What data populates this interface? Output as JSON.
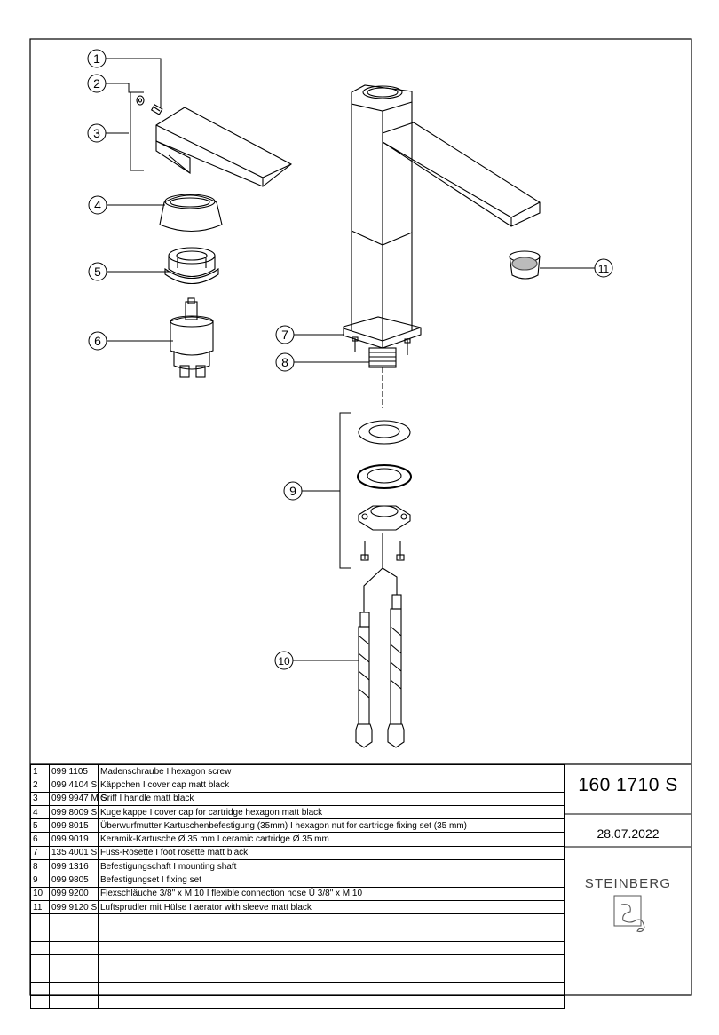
{
  "callouts": [
    "1",
    "2",
    "3",
    "4",
    "5",
    "6",
    "7",
    "8",
    "9",
    "10",
    "11"
  ],
  "parts": [
    {
      "pos": "1",
      "number": "099 1105",
      "desc": "Madenschraube I hexagon screw"
    },
    {
      "pos": "2",
      "number": "099 4104 S",
      "desc": "Käppchen I cover cap matt black"
    },
    {
      "pos": "3",
      "number": "099 9947 M S",
      "desc": "Griff I handle matt black"
    },
    {
      "pos": "4",
      "number": "099 8009 S",
      "desc": "Kugelkappe I cover cap for  cartridge hexagon matt black"
    },
    {
      "pos": "5",
      "number": "099 8015",
      "desc": "Überwurfmutter Kartuschenbefestigung (35mm) I hexagon nut for cartridge fixing set (35 mm)"
    },
    {
      "pos": "6",
      "number": "099 9019",
      "desc": "Keramik-Kartusche Ø 35 mm I ceramic cartridge Ø 35 mm"
    },
    {
      "pos": "7",
      "number": "135 4001 S",
      "desc": "Fuss-Rosette I foot rosette matt black"
    },
    {
      "pos": "8",
      "number": "099 1316",
      "desc": "Befestigungschaft I mounting shaft"
    },
    {
      "pos": "9",
      "number": "099 9805",
      "desc": "Befestigungset I fixing set"
    },
    {
      "pos": "10",
      "number": "099 9200",
      "desc": "Flexschläuche  3/8\" x M 10 I flexible connection hose Ü 3/8\" x M 10"
    },
    {
      "pos": "11",
      "number": "099 9120 S",
      "desc": "Luftsprudler mit  Hülse I aerator with sleeve matt black"
    },
    {
      "pos": "",
      "number": "",
      "desc": ""
    },
    {
      "pos": "",
      "number": "",
      "desc": ""
    },
    {
      "pos": "",
      "number": "",
      "desc": ""
    },
    {
      "pos": "",
      "number": "",
      "desc": ""
    },
    {
      "pos": "",
      "number": "",
      "desc": ""
    },
    {
      "pos": "",
      "number": "",
      "desc": ""
    },
    {
      "pos": "",
      "number": "",
      "desc": ""
    }
  ],
  "title_block": {
    "article_number": "160 1710 S",
    "date": "28.07.2022",
    "brand": "STEINBERG"
  }
}
